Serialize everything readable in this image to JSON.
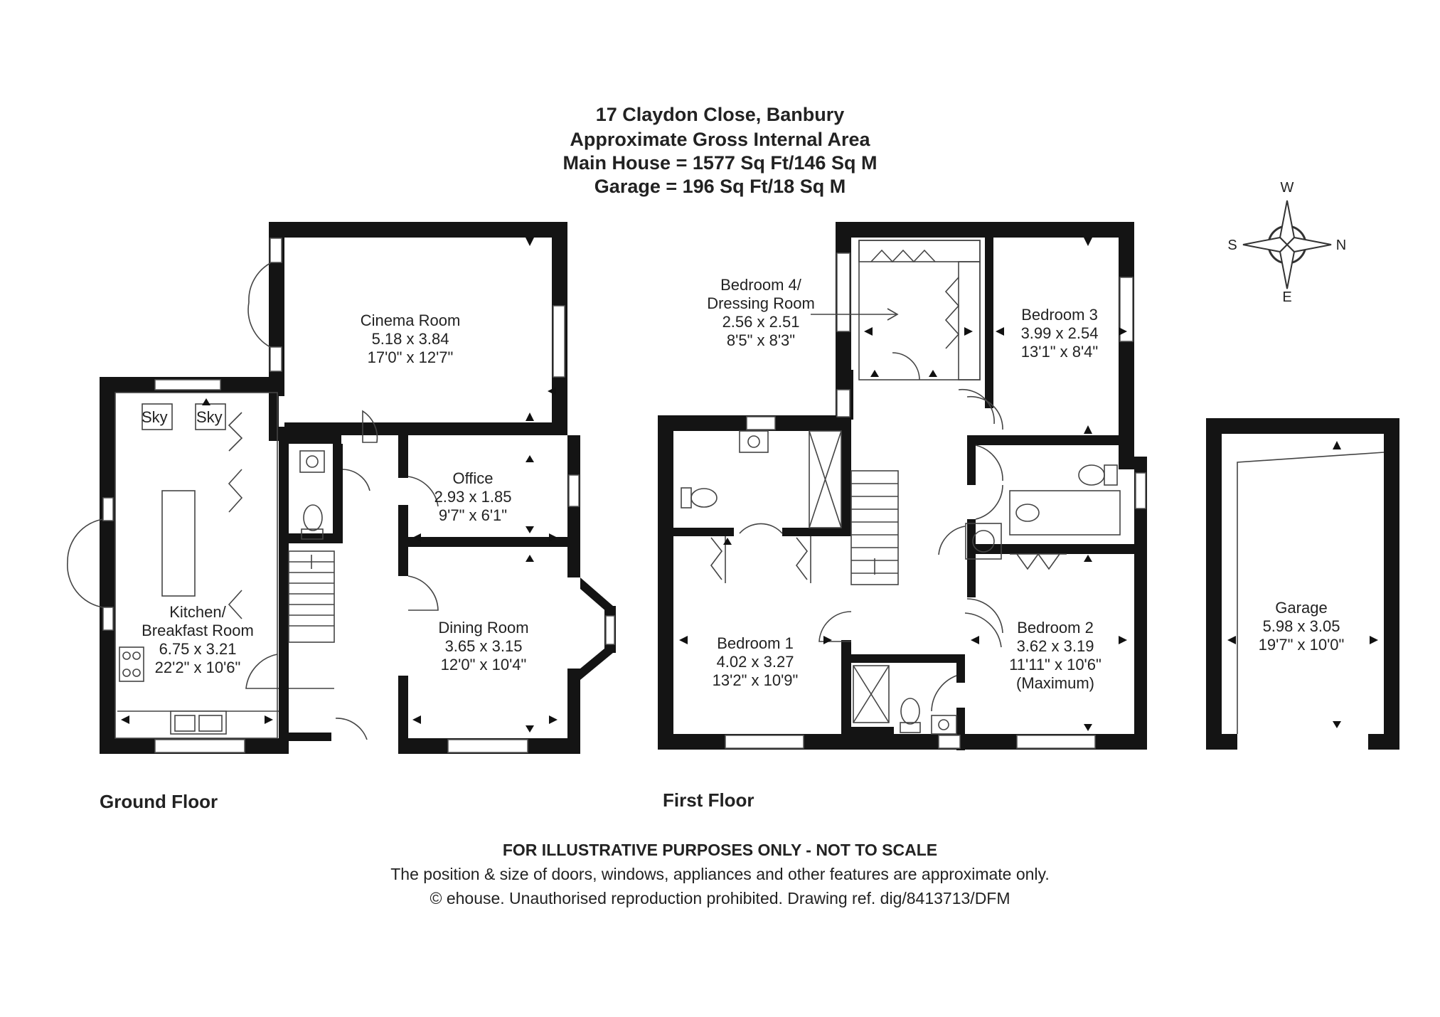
{
  "header": {
    "address": "17 Claydon Close, Banbury",
    "area_heading": "Approximate Gross Internal Area",
    "main_house": "Main House = 1577 Sq Ft/146 Sq M",
    "garage": "Garage = 196 Sq Ft/18 Sq M"
  },
  "compass": {
    "north": "N",
    "south": "S",
    "east": "E",
    "west": "W"
  },
  "ground_floor": {
    "label": "Ground Floor",
    "sky_1": "Sky",
    "sky_2": "Sky",
    "rooms": {
      "cinema": {
        "name": "Cinema Room",
        "metric": "5.18 x 3.84",
        "imperial": "17'0\" x 12'7\""
      },
      "office": {
        "name": "Office",
        "metric": "2.93 x 1.85",
        "imperial": "9'7\" x 6'1\""
      },
      "kitchen": {
        "name_1": "Kitchen/",
        "name_2": "Breakfast Room",
        "metric": "6.75 x 3.21",
        "imperial": "22'2\" x 10'6\""
      },
      "dining": {
        "name": "Dining Room",
        "metric": "3.65 x 3.15",
        "imperial": "12'0\" x 10'4\""
      }
    }
  },
  "first_floor": {
    "label": "First Floor",
    "rooms": {
      "bedroom4": {
        "name_1": "Bedroom 4/",
        "name_2": "Dressing Room",
        "metric": "2.56 x 2.51",
        "imperial": "8'5\" x 8'3\""
      },
      "bedroom3": {
        "name": "Bedroom 3",
        "metric": "3.99 x 2.54",
        "imperial": "13'1\" x 8'4\""
      },
      "bedroom1": {
        "name": "Bedroom 1",
        "metric": "4.02 x 3.27",
        "imperial": "13'2\" x 10'9\""
      },
      "bedroom2": {
        "name": "Bedroom 2",
        "metric": "3.62 x 3.19",
        "imperial": "11'11\" x 10'6\"",
        "note": "(Maximum)"
      }
    }
  },
  "garage": {
    "name": "Garage",
    "metric": "5.98 x 3.05",
    "imperial": "19'7\" x 10'0\""
  },
  "disclaimer": {
    "line1": "FOR ILLUSTRATIVE PURPOSES ONLY - NOT TO SCALE",
    "line2": "The position & size of doors, windows, appliances and other features are approximate only.",
    "line3": "© ehouse. Unauthorised reproduction prohibited. Drawing ref. dig/8413713/DFM"
  }
}
